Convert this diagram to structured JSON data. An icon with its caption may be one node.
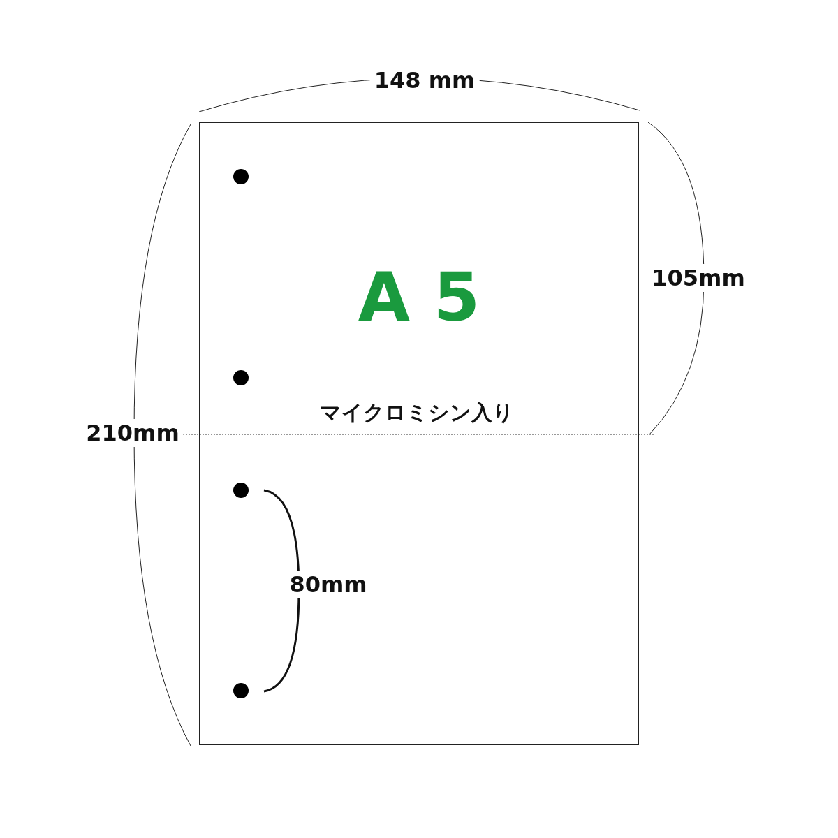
{
  "diagram": {
    "nodes": [
      {
        "text": [
          "A 5",
          "マイクロミシン入り"
        ]
      }
    ],
    "labels": [
      "148 mm",
      "105mm",
      "210mm",
      "80mm"
    ]
  }
}
